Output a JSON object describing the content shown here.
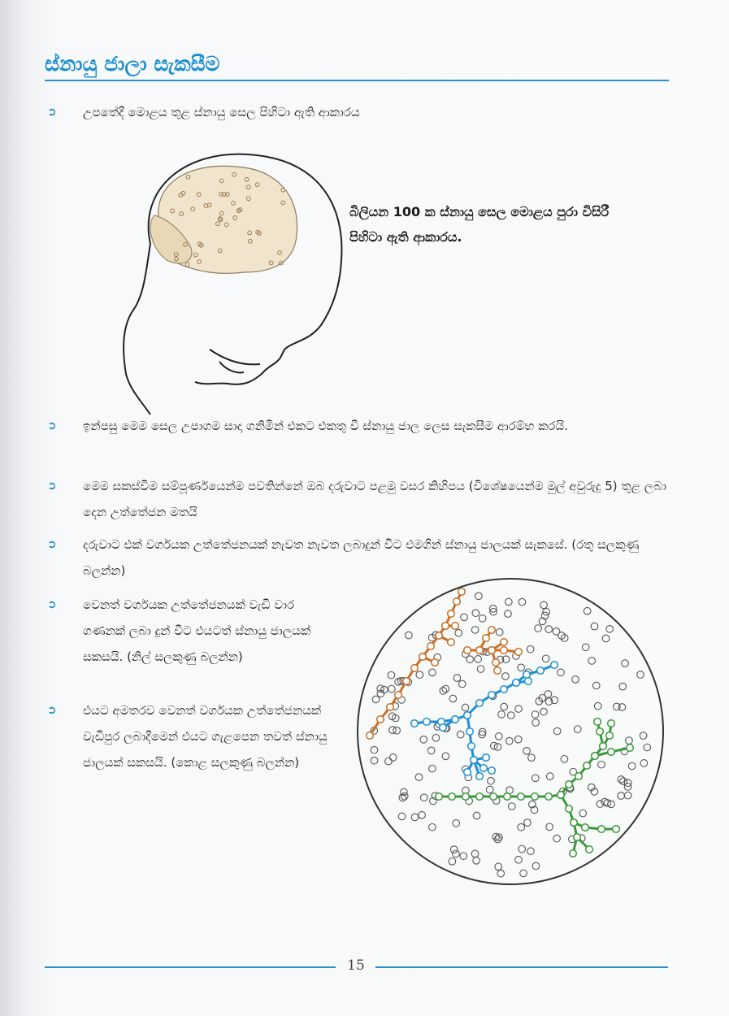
{
  "heading": "ස්නායු ජාලා සැකසීම",
  "bullets": [
    "උපතේදී මොළය තුළ ස්නායු සෙල පිහිටා ඇති ආකාරය",
    "ඉන්පසු මෙම සෙල උපාගම සාදා ගනිමින් එකට එකතු වී ස්නායු ජාල ලෙස සැකසීම ආරම්භ කරයි.",
    "මෙම සකස්වීම සම්පූර්ණයෙන්ම පවතින්නේ ඔබ දරුවාට පළමු වසර කිහිපය (විශේෂයෙන්ම මුල් අවුරුදු 5) තුළ ලබා දෙන උත්තේජන මතයි",
    "දරුවාට එක් වර්ගයක උත්තේජනයක් නැවත නැවත ලබාදුන් විට එමගින් ස්නායු ජාලයක් සැකසේ. (රතු සලකුණු බලන්න)",
    "වෙනත් වර්ගයක උත්තේජනයක් වැඩි වාර ගණනක් ලබා දුන් විට එයටත් ස්නායු ජාලයක් සකසයි. (නිල් සලකුණු බලන්න)",
    "එයට අමතරව වෙනත් වර්ගයක උත්තේජනයක් වැඩිපුර ලබාදීමෙන් එයට ගැළපෙන තවත් ස්නායු ජාලයක් සකසයි. (කොළ සලකුණු බලන්න)"
  ],
  "brain_caption": "බිලියන 100 ක ස්නායු සෙල මොළය පුරා විසිරී පිහිටා ඇති ආකාරය.",
  "page_number": "15",
  "colors": {
    "accent": "#1b8fcf",
    "network_red": "#c8702a",
    "network_blue": "#1e8fd0",
    "network_green": "#3a9a3a"
  }
}
